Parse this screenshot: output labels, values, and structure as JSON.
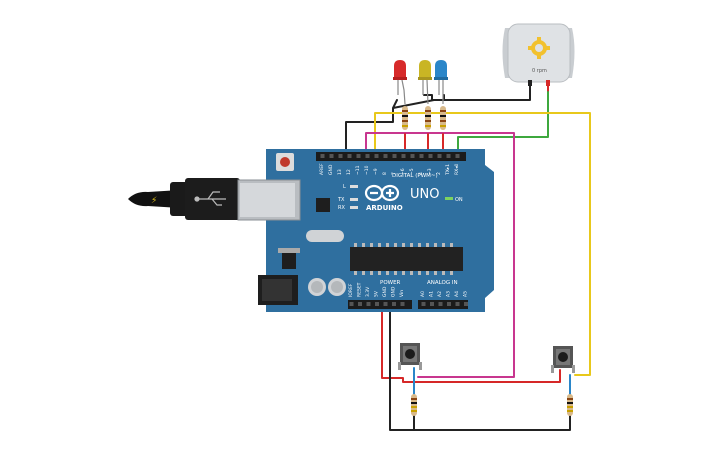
{
  "board": {
    "brand_label": "ARDUINO",
    "model_label": "UNO",
    "on_label": "ON",
    "tx_label": "TX",
    "rx_label": "RX",
    "l_label": "L",
    "digital_label": "DIGITAL (PWM~)",
    "power_label": "POWER",
    "analog_label": "ANALOG IN",
    "digital_pins": [
      "AREF",
      "GND",
      "13",
      "12",
      "~11",
      "~10",
      "~9",
      "8",
      "7",
      "~6",
      "~5",
      "4",
      "~3",
      "2",
      "TX▸1",
      "RX◂0"
    ],
    "power_pins": [
      "IOREF",
      "RESET",
      "3.3V",
      "5V",
      "GND",
      "GND",
      "Vin"
    ],
    "analog_pins": [
      "A0",
      "A1",
      "A2",
      "A3",
      "A4",
      "A5"
    ]
  },
  "motor": {
    "rpm_label": "0 rpm"
  },
  "colors": {
    "board": "#2f6f9f",
    "wire_red": "#d62828",
    "wire_black": "#222222",
    "wire_yellow": "#e8c81b",
    "wire_green": "#3ea83e",
    "wire_magenta": "#c8368f",
    "led_red": "#d72a2a",
    "led_yellow": "#c9b524",
    "led_blue": "#2a86c9"
  },
  "icons": [
    "usb-connector-icon",
    "gear-icon"
  ]
}
